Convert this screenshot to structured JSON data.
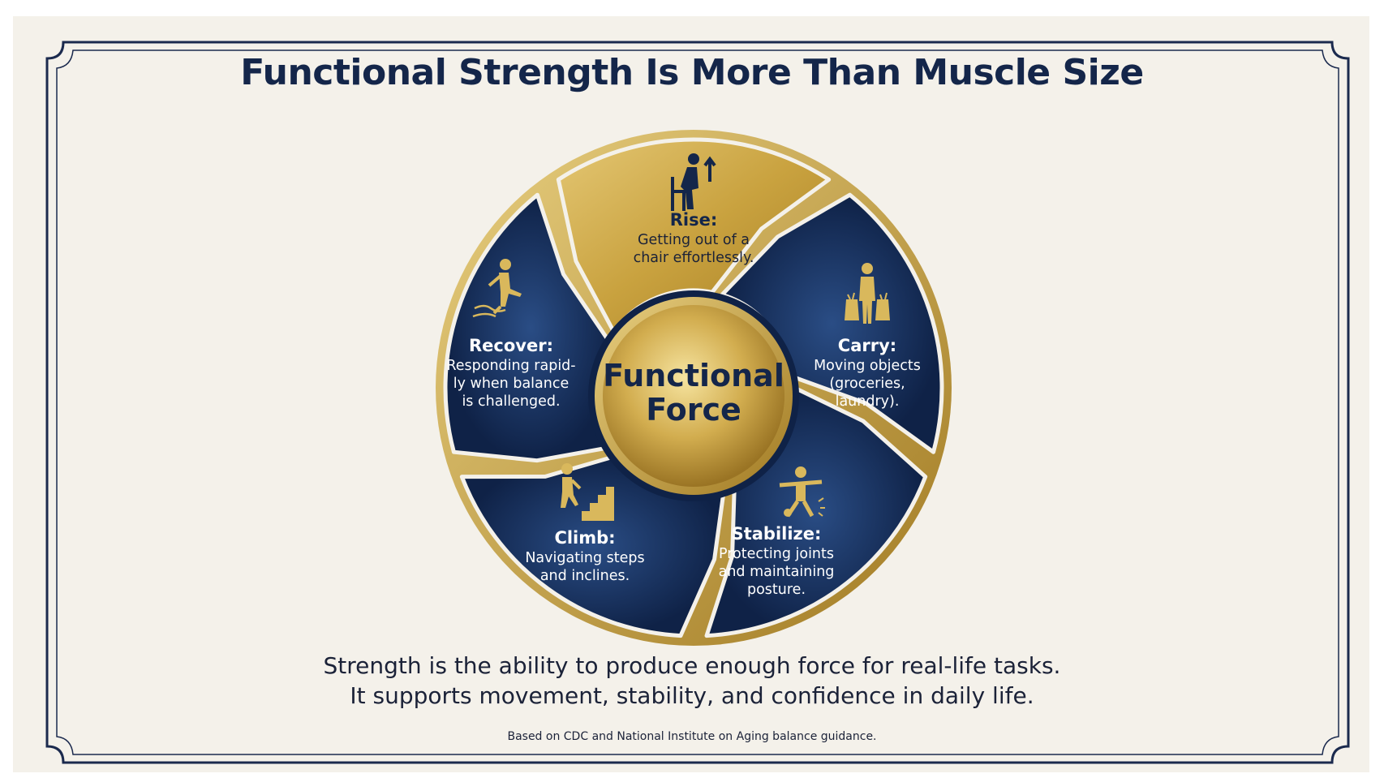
{
  "title": "Functional Strength Is More Than Muscle Size",
  "hub": {
    "line1": "Functional",
    "line2": "Force"
  },
  "segments": {
    "rise": {
      "icon": "person-rising-from-chair-icon",
      "title": "Rise:",
      "lines": [
        "Getting out of a",
        "chair effortlessly."
      ]
    },
    "carry": {
      "icon": "person-carrying-bags-icon",
      "title": "Carry:",
      "lines": [
        "Moving objects",
        "(groceries,",
        "laundry)."
      ]
    },
    "stabilize": {
      "icon": "person-balancing-icon",
      "title": "Stabilize:",
      "lines": [
        "Protecting joints",
        "and maintaining",
        "posture."
      ]
    },
    "climb": {
      "icon": "person-climbing-stairs-icon",
      "title": "Climb:",
      "lines": [
        "Navigating steps",
        "and inclines."
      ]
    },
    "recover": {
      "icon": "person-slipping-icon",
      "title": "Recover:",
      "lines": [
        "Responding rapid-",
        "ly when balance",
        "is challenged."
      ]
    }
  },
  "caption": {
    "line1": "Strength is the ability to produce enough force for real-life tasks.",
    "line2": "It supports movement, stability, and confidence in daily life."
  },
  "source": "Based on CDC and National Institute on Aging balance guidance.",
  "colors": {
    "navy": "#14264a",
    "gold": "#c9a23f",
    "background": "#f4f1ea",
    "segment_text_light": "#ffffff",
    "segment_text_dark": "#1b2238"
  }
}
